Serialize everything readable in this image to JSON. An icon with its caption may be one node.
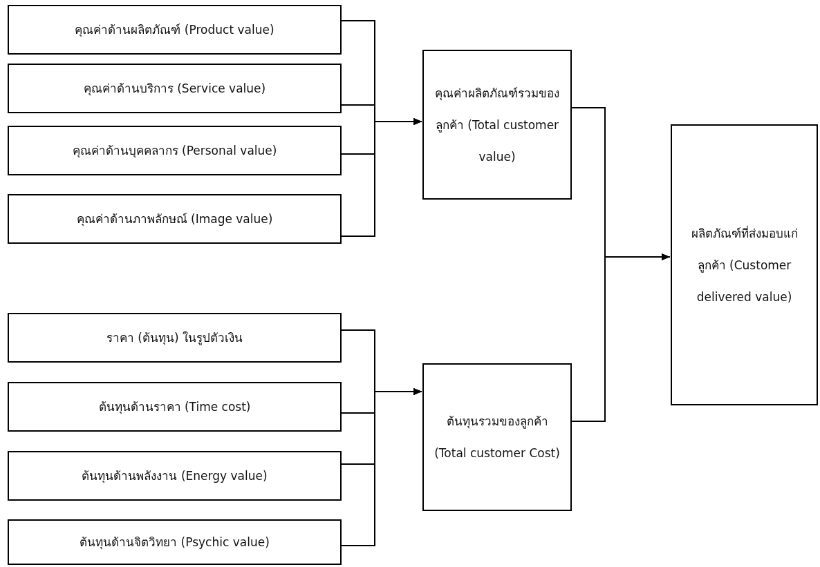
{
  "diagram": {
    "nodes": [
      {
        "text": [
          "คุณค่าด้านผลิตภัณฑ์ (Product value)"
        ]
      },
      {
        "text": [
          "คุณค่าด้านบริการ (Service value)"
        ]
      },
      {
        "text": [
          "คุณค่าด้านบุคคลากร (Personal value)"
        ]
      },
      {
        "text": [
          "คุณค่าด้านภาพลักษณ์ (Image value)"
        ]
      },
      {
        "text": [
          "ราคา (ต้นทุน) ในรูปตัวเงิน"
        ]
      },
      {
        "text": [
          "ต้นทุนด้านราคา (Time cost)"
        ]
      },
      {
        "text": [
          "ต้นทุนด้านพลังงาน (Energy value)"
        ]
      },
      {
        "text": [
          "ต้นทุนด้านจิตวิทยา (Psychic value)"
        ]
      },
      {
        "text": [
          "คุณค่าผลิตภัณฑ์รวมของลูกค้า (Total customer value)"
        ]
      },
      {
        "text": [
          "ต้นทุนรวมของลูกค้า (Total customer Cost)"
        ]
      },
      {
        "text": [
          "ผลิตภัณฑ์ที่ส่งมอบแก่ลูกค้า (Customer delivered value)"
        ]
      }
    ],
    "edges": [
      {
        "from": 0,
        "to": 8,
        "arrow": "to"
      },
      {
        "from": 1,
        "to": 8,
        "arrow": "to"
      },
      {
        "from": 2,
        "to": 8,
        "arrow": "to"
      },
      {
        "from": 3,
        "to": 8,
        "arrow": "to"
      },
      {
        "from": 4,
        "to": 9,
        "arrow": "to"
      },
      {
        "from": 5,
        "to": 9,
        "arrow": "to"
      },
      {
        "from": 6,
        "to": 9,
        "arrow": "to"
      },
      {
        "from": 7,
        "to": 9,
        "arrow": "to"
      },
      {
        "from": 8,
        "to": 10,
        "arrow": "to"
      },
      {
        "from": 9,
        "to": 10,
        "arrow": "to"
      }
    ]
  }
}
